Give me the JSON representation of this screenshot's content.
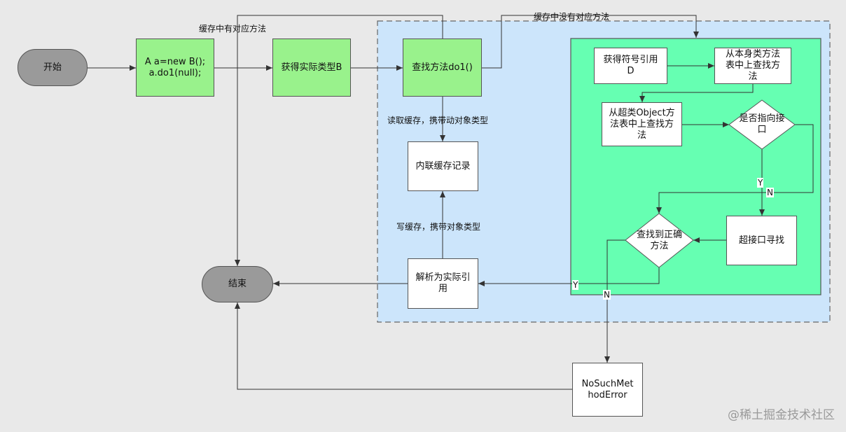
{
  "colors": {
    "background": "#e9e9e9",
    "green_node": "#99f28c",
    "terminator": "#9a9a9a",
    "cache_region": "#cce5fb",
    "lookup_region": "#66ffb2"
  },
  "nodes": {
    "start": "开始",
    "code": "A a=new B();\na.do1(null);",
    "get_type": "获得实际类型B",
    "find_method": "查找方法do1()",
    "inline_cache": "内联缓存记录",
    "resolve_ref": "解析为实际引\n用",
    "end": "结束",
    "get_symbol": "获得符号引用\nD",
    "self_table": "从本身类方法\n表中上查找方\n法",
    "super_table": "从超类Object方\n法表中上查找方\n法",
    "is_interface": "是否指向接\n口",
    "super_interface": "超接口寻找",
    "found_correct": "查找到正确\n方法",
    "no_such_method": "NoSuchMet\nhodError"
  },
  "edge_labels": {
    "cache_hit": "缓存中有对应方法",
    "cache_miss": "缓存中没有对应方法",
    "read_cache": "读取缓存，携带动对象类型",
    "write_cache": "写缓存，携带对象类型",
    "yes_interface": "Y",
    "no_interface": "N",
    "yes_found": "Y",
    "no_found": "N"
  },
  "watermark": "@稀土掘金技术社区"
}
